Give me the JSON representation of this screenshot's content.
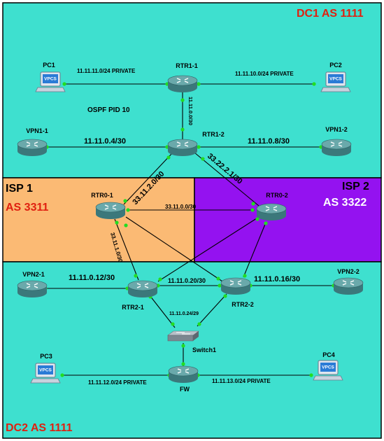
{
  "zones": {
    "dc1": {
      "title": "DC1 AS 1111",
      "color": "#3ee0cf",
      "title_color": "#e02010"
    },
    "isp1": {
      "name": "ISP 1",
      "as": "AS 3311",
      "color": "#fbba74",
      "as_color": "#e02010"
    },
    "isp2": {
      "name": "ISP 2",
      "as": "AS 3322",
      "color": "#9412f0",
      "as_color": "#ffffff"
    },
    "dc2": {
      "title": "DC2 AS 1111",
      "color": "#3ee0cf",
      "title_color": "#e02010"
    }
  },
  "devices": {
    "pc1": {
      "name": "PC1",
      "icon": "pc-icon",
      "screen": "VPCS"
    },
    "pc2": {
      "name": "PC2",
      "icon": "pc-icon",
      "screen": "VPCS"
    },
    "pc3": {
      "name": "PC3",
      "icon": "pc-icon",
      "screen": "VPCS"
    },
    "pc4": {
      "name": "PC4",
      "icon": "pc-icon",
      "screen": "VPCS"
    },
    "rtr1_1": {
      "name": "RTR1-1",
      "icon": "router-icon"
    },
    "rtr1_2": {
      "name": "RTR1-2",
      "icon": "router-icon"
    },
    "vpn1_1": {
      "name": "VPN1-1",
      "icon": "router-icon"
    },
    "vpn1_2": {
      "name": "VPN1-2",
      "icon": "router-icon"
    },
    "rtr0_1": {
      "name": "RTR0-1",
      "icon": "router-icon"
    },
    "rtr0_2": {
      "name": "RTR0-2",
      "icon": "router-icon"
    },
    "vpn2_1": {
      "name": "VPN2-1",
      "icon": "router-icon"
    },
    "vpn2_2": {
      "name": "VPN2-2",
      "icon": "router-icon"
    },
    "rtr2_1": {
      "name": "RTR2-1",
      "icon": "router-icon"
    },
    "rtr2_2": {
      "name": "RTR2-2",
      "icon": "router-icon"
    },
    "switch1": {
      "name": "Switch1",
      "icon": "switch-icon"
    },
    "fw": {
      "name": "FW",
      "icon": "router-icon"
    }
  },
  "links": {
    "pc1_rtr11": "11.11.11.0/24 PRIVATE",
    "rtr11_pc2": "11.11.10.0/24 PRIVATE",
    "rtr11_rtr12": "11.11.0.0/30",
    "ospf": "OSPF PID 10",
    "vpn11_rtr12": "11.11.0.4/30",
    "rtr12_vpn12": "11.11.0.8/30",
    "rtr12_rtr01": "33.11.2.0/30",
    "rtr12_rtr02": "33.22.2.1/30",
    "rtr01_rtr02": "33.11.0.0/30",
    "rtr01_rtr21": "33.11.1.0/30",
    "vpn21_rtr21": "11.11.0.12/30",
    "rtr21_rtr22": "11.11.0.20/30",
    "rtr22_vpn22": "11.11.0.16/30",
    "rtr_switch": "11.11.0.24/29",
    "pc3_fw": "11.11.12.0/24 PRIVATE",
    "fw_pc4": "11.11.13.0/24 PRIVATE"
  },
  "colors": {
    "link": "#000000",
    "port": "#22dd22",
    "router_top": "#5fa3a5",
    "router_body": "#3d7d80"
  }
}
